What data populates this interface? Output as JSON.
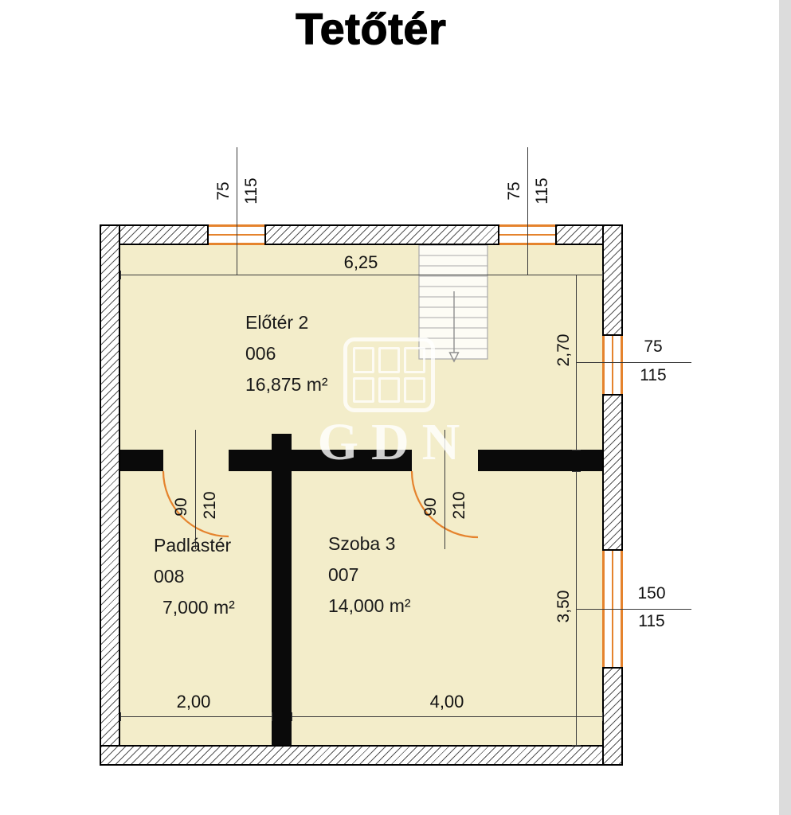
{
  "title": "Tetőtér",
  "watermark": {
    "text": "GDN"
  },
  "rooms": {
    "eloter2": {
      "name": "Előtér 2",
      "number": "006",
      "area": "16,875 m²"
    },
    "padlaster": {
      "name": "Padlástér",
      "number": "008",
      "area": "7,000 m²"
    },
    "szoba3": {
      "name": "Szoba 3",
      "number": "007",
      "area": "14,000 m²"
    }
  },
  "dimensions": {
    "eloter_width": "6,25",
    "eloter_depth": "2,70",
    "szoba_depth": "3,50",
    "padlaster_width": "2,00",
    "szoba_width": "4,00"
  },
  "openings": {
    "window_top_left": {
      "width": "75",
      "parapet": "115"
    },
    "window_top_right": {
      "width": "75",
      "parapet": "115"
    },
    "window_right_upper": {
      "width": "75",
      "parapet": "115"
    },
    "window_right_lower": {
      "width": "150",
      "parapet": "115"
    },
    "door_left": {
      "width": "90",
      "height": "210"
    },
    "door_right": {
      "width": "90",
      "height": "210"
    }
  },
  "colors": {
    "room_fill": "#f3edca",
    "opening_accent": "#e5832d",
    "wall_fill": "#0a0a0a",
    "dimension_line": "#3a3a3a"
  }
}
